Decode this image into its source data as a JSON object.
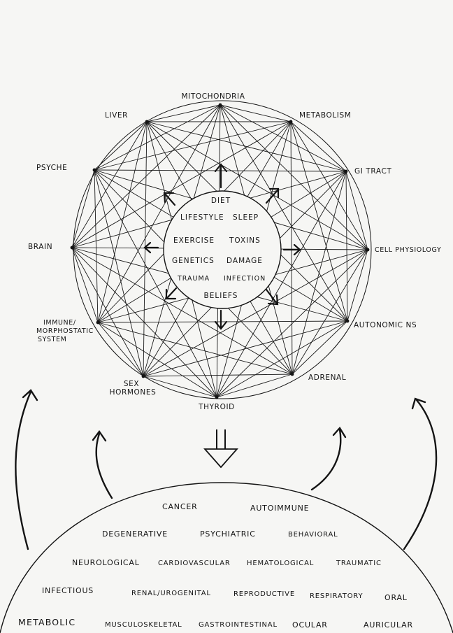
{
  "nodes": [
    {
      "id": "mitochondria",
      "label": "MITOCHONDRIA"
    },
    {
      "id": "metabolism",
      "label": "METABOLISM"
    },
    {
      "id": "gi-tract",
      "label": "GI TRACT"
    },
    {
      "id": "cell-physiology",
      "label": "CELL PHYSIOLOGY"
    },
    {
      "id": "autonomic-ns",
      "label": "AUTONOMIC NS"
    },
    {
      "id": "adrenal",
      "label": "ADRENAL"
    },
    {
      "id": "thyroid",
      "label": "THYROID"
    },
    {
      "id": "sex-hormones",
      "label": "SEX HORMONES"
    },
    {
      "id": "immune",
      "label": "IMMUNE/ MORPHOSTATIC SYSTEM"
    },
    {
      "id": "brain",
      "label": "BRAIN"
    },
    {
      "id": "psyche",
      "label": "PSYCHE"
    },
    {
      "id": "liver",
      "label": "LIVER"
    }
  ],
  "center_factors": [
    "DIET",
    "LIFESTYLE",
    "SLEEP",
    "EXERCISE",
    "TOXINS",
    "GENETICS",
    "DAMAGE",
    "TRAUMA",
    "INFECTION",
    "BELIEFS"
  ],
  "diseases": [
    "CANCER",
    "AUTOIMMUNE",
    "DEGENERATIVE",
    "PSYCHIATRIC",
    "BEHAVIORAL",
    "NEUROLOGICAL",
    "CARDIOVASCULAR",
    "HEMATOLOGICAL",
    "TRAUMATIC",
    "INFECTIOUS",
    "RENAL/UROGENITAL",
    "REPRODUCTIVE",
    "RESPIRATORY",
    "ORAL",
    "METABOLIC",
    "MUSCULOSKELETAL",
    "GASTROINTESTINAL",
    "OCULAR",
    "AURICULAR"
  ]
}
